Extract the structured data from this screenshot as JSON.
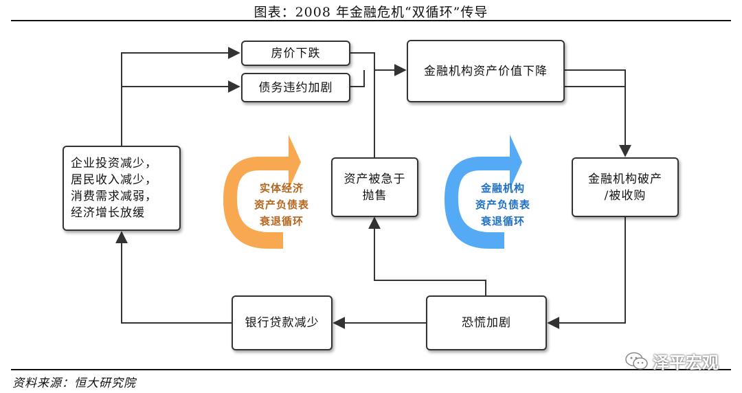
{
  "header": {
    "title": "图表：2008 年金融危机“双循环”传导"
  },
  "nodes": {
    "house_price_drop": "房价下跌",
    "debt_default": "债务违约加剧",
    "asset_value_drop": "金融机构资产价值下降",
    "fire_sale": "资产被急于\n抛售",
    "institution_bankruptcy": "金融机构破产\n/被收购",
    "panic": "恐慌加剧",
    "bank_loan_drop": "银行贷款减少",
    "economy_slowdown": "企业投资减少，\n居民收入减少，\n消费需求减弱，\n经济增长放缓"
  },
  "loops": {
    "real_economy": {
      "label": "实体经济\n资产负债表\n衰退循环",
      "color": "#F9A852",
      "text_color": "#B5651D"
    },
    "financial": {
      "label": "金融机构\n资产负债表\n衰退循环",
      "color": "#55AAF5",
      "text_color": "#1E6FC4"
    }
  },
  "footer": {
    "source": "资料来源：恒大研究院",
    "watermark": "泽平宏观",
    "watermark_icon": "wechat-icon"
  }
}
